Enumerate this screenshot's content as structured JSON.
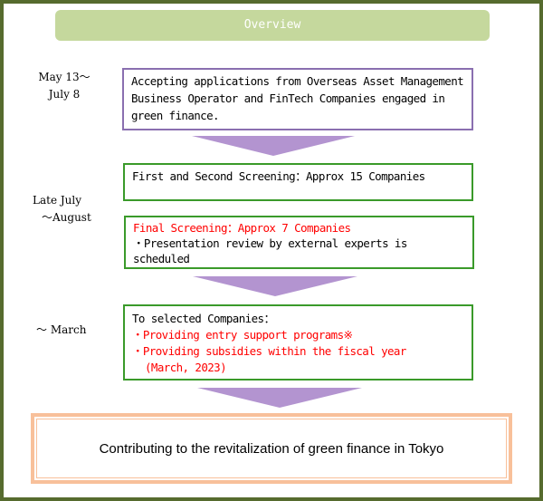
{
  "header": {
    "title": "Overview"
  },
  "stages": [
    {
      "date_lines": [
        "May 13〜",
        "July 8"
      ],
      "text": "Accepting applications from Overseas Asset Management Business Operator and FinTech Companies engaged in green finance."
    },
    {
      "date_lines": [
        "Late July",
        "〜August"
      ],
      "screening1": "First and Second Screening：Approx 15 Companies",
      "screening2_title": "Final Screening：Approx 7 Companies",
      "screening2_note": "・Presentation review by external experts is scheduled"
    },
    {
      "date_lines": [
        "〜 March"
      ],
      "intro": "To selected Companies：",
      "items": [
        "・Providing entry support programs※",
        "・Providing subsidies within the fiscal year",
        "(March, 2023)"
      ]
    }
  ],
  "result": "Contributing to the revitalization of green finance in Tokyo",
  "colors": {
    "frame": "#566b2e",
    "header": "#c5d89d",
    "arrow": "#b394d0",
    "red": "#ff0000",
    "result_border": "#f8c09a"
  }
}
